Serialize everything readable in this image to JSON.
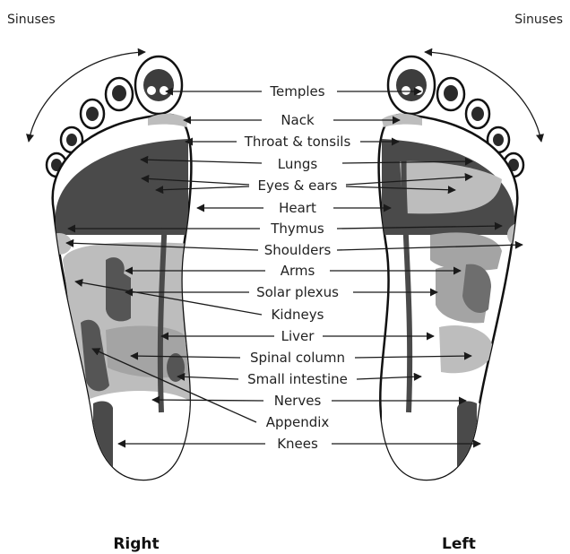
{
  "title": {
    "sinuses_left": "Sinuses",
    "sinuses_right": "Sinuses"
  },
  "labels": [
    "Temples",
    "Nack",
    "Throat & tonsils",
    "Lungs",
    "Eyes & ears",
    "Heart",
    "Thymus",
    "Shoulders",
    "Arms",
    "Solar plexus",
    "Kidneys",
    "Liver",
    "Spinal column",
    "Small intestine",
    "Nerves",
    "Appendix",
    "Knees"
  ],
  "feet": {
    "right": "Right",
    "left": "Left"
  },
  "colors": {
    "dark": "#4a4a4a",
    "mid": "#8c8c8c",
    "light": "#bdbdbd",
    "outline": "#111111"
  }
}
